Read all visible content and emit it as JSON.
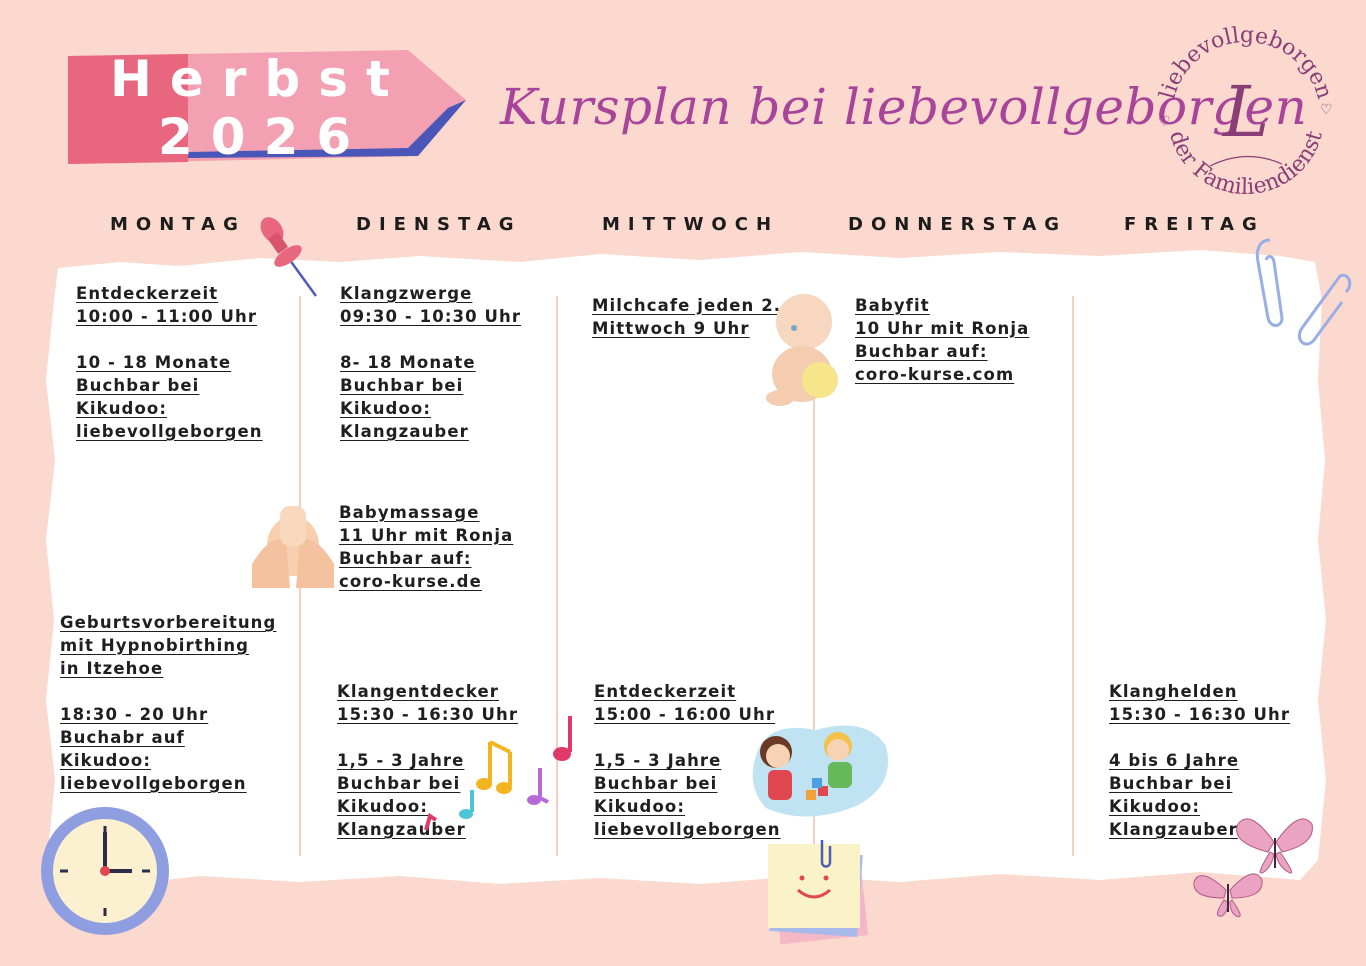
{
  "banner": {
    "season": "Herbst",
    "year": "2026"
  },
  "title": "Kursplan bei liebevollgeborgen",
  "logo": {
    "top_text": "liebevollgeborgen",
    "bottom_text": "der Familiendienst",
    "initials": "L"
  },
  "days": [
    "MONTAG",
    "DIENSTAG",
    "MITTWOCH",
    "DONNERSTAG",
    "FREITAG"
  ],
  "courses": {
    "mon_1": [
      "Entdeckerzeit ",
      "10:00 - 11:00 Uhr",
      "",
      "10 - 18 Monate",
      "Buchbar bei",
      "Kikudoo:",
      "liebevollgeborgen"
    ],
    "mon_2": [
      "Geburtsvorbereitung",
      "mit Hypnobirthing",
      "in Itzehoe",
      "",
      "18:30 - 20 Uhr",
      "Buchabr auf",
      "Kikudoo:",
      "liebevollgeborgen"
    ],
    "tue_1": [
      "Klangzwerge",
      "09:30 - 10:30 Uhr",
      "",
      "8- 18 Monate",
      "Buchbar bei",
      "Kikudoo:",
      "Klangzauber"
    ],
    "tue_2": [
      "Babymassage",
      "11 Uhr mit Ronja",
      "Buchbar auf: ",
      "coro-kurse.de"
    ],
    "tue_3": [
      "Klangentdecker",
      "15:30 - 16:30 Uhr",
      "",
      "1,5 - 3 Jahre",
      "Buchbar bei",
      "Kikudoo:",
      "Klangzauber"
    ],
    "wed_1": [
      "Milchcafe jeden 2.",
      "Mittwoch 9 Uhr"
    ],
    "wed_2": [
      "Entdeckerzeit ",
      "15:00 - 16:00 Uhr",
      "",
      "1,5 - 3 Jahre",
      "Buchbar bei",
      "Kikudoo:",
      "liebevollgeborgen"
    ],
    "thu_1": [
      "Babyfit",
      "10 Uhr mit Ronja",
      "Buchbar auf:",
      "coro-kurse.com"
    ],
    "fri_1": [
      "Klanghelden",
      "15:30 - 16:30 Uhr",
      "",
      "4 bis 6 Jahre",
      "Buchbar bei",
      "Kikudoo:",
      "Klangzauber"
    ]
  },
  "colors": {
    "background": "#fbd9cf",
    "title": "#a8459b",
    "banner": "#ec6f86",
    "logo": "#8a3e78"
  }
}
